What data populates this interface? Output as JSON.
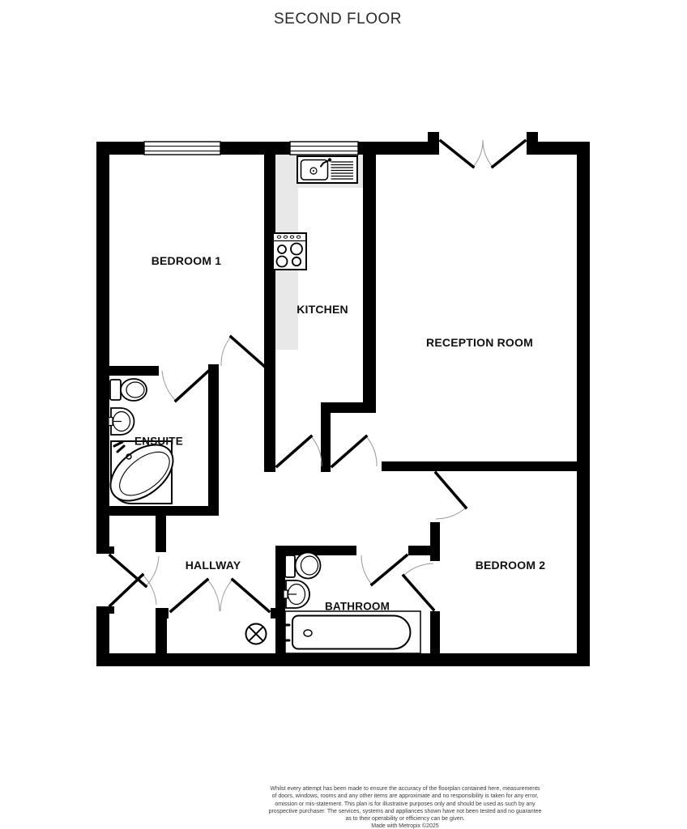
{
  "title": "SECOND FLOOR",
  "floorplan": {
    "rooms": [
      {
        "label": "BEDROOM 1"
      },
      {
        "label": "KITCHEN"
      },
      {
        "label": "RECEPTION ROOM"
      },
      {
        "label": "ENSUITE"
      },
      {
        "label": "HALLWAY"
      },
      {
        "label": "BATHROOM"
      },
      {
        "label": "BEDROOM 2"
      }
    ],
    "fixtures": [
      "kitchen-sink",
      "hob",
      "toilet",
      "pedestal-basin",
      "corner-bath",
      "bathtub",
      "circled-x-symbol"
    ],
    "colors": {
      "wall": "#000000",
      "counter": "#e8e8e8",
      "door_arc": "#999999",
      "background": "#ffffff",
      "label_text": "#111111"
    }
  },
  "footer": {
    "lines": [
      "Whilst every attempt has been made to ensure the accuracy of the floorplan contained here, measurements",
      "of doors, windows, rooms and any other items are approximate and no responsibility is taken for any error,",
      "omission or mis-statement. This plan is for illustrative purposes only and should be used as such by any",
      "prospective purchaser. The services, systems and appliances shown have not been tested and no guarantee",
      "as to their operability or efficiency can be given."
    ],
    "credit": "Made with Metropix ©2025"
  }
}
